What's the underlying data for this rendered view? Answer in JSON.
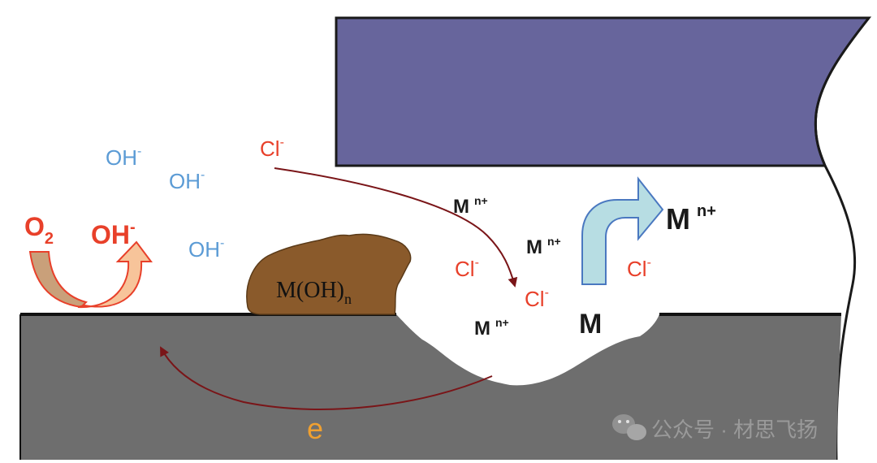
{
  "diagram": {
    "title": "Crevice corrosion mechanism",
    "colors": {
      "crevice_former": "#67659c",
      "metal": "#6e6e6e",
      "corrosion_product": "#8a5a2b",
      "hydroxide": "#5b9bd5",
      "chloride": "#e8402a",
      "metal_ion": "#1a1a1a",
      "electron": "#f0a030",
      "path_arrow": "#7a1518",
      "dissolution_arrow": "#b7dde3",
      "reduction_arrow": "#f7c49a"
    },
    "labels": {
      "oh_1": "OH",
      "oh_2": "OH",
      "oh_3": "OH",
      "oh_sup": "-",
      "cl_top": "Cl",
      "cl_mid_left": "Cl",
      "cl_in_pit": "Cl",
      "cl_right": "Cl",
      "cl_sup": "-",
      "o2_main": "O",
      "o2_sub": "2",
      "oh_reduction": "OH",
      "oh_reduction_sup": "-",
      "mn_1": "M",
      "mn_2": "M",
      "mn_3": "M",
      "mn_4": "M",
      "mn_sup": "n+",
      "metal_atom": "M",
      "product_main": "M(OH)",
      "product_sub": "n",
      "electron": "e"
    },
    "watermark": "公众号 · 材思飞扬"
  }
}
